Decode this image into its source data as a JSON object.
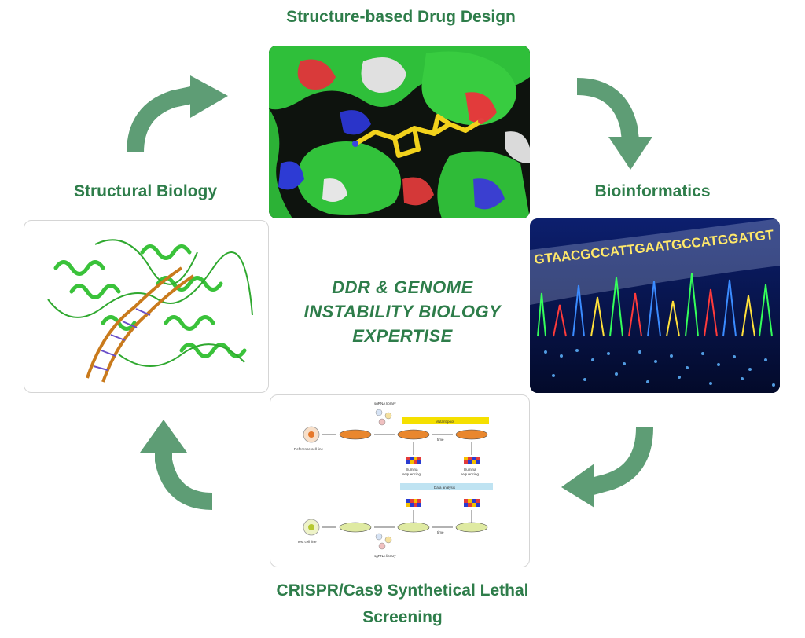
{
  "labels": {
    "top": "Structure-based Drug Design",
    "right": "Bioinformatics",
    "left": "Structural Biology",
    "bottom_line1": "CRISPR/Cas9 Synthetical Lethal",
    "bottom_line2": "Screening"
  },
  "center": {
    "line1": "DDR & GENOME",
    "line2": "INSTABILITY BIOLOGY",
    "line3": "EXPERTISE"
  },
  "dna_sequence": "GTAACGCCATTGAATGCCATGGATGT",
  "crispr": {
    "sgrna_library_top": "sgRNA library",
    "sgrna_library_bottom": "sgRNA library",
    "mutant_pool": "Mutant pool",
    "reference_cell_line": "Reference cell line",
    "test_cell_line": "Test cell line",
    "time_top": "time",
    "time_bottom": "time",
    "illumina_1": "Illumina",
    "sequencing_1": "sequencing",
    "illumina_2": "Illumina",
    "sequencing_2": "sequencing",
    "data_analysis": "Data analysis"
  },
  "colors": {
    "brand_green": "#2e7d4a",
    "arrow_green": "#5e9d75",
    "pool_yellow": "#f5e000",
    "analysis_blue": "#bfe3f2"
  }
}
